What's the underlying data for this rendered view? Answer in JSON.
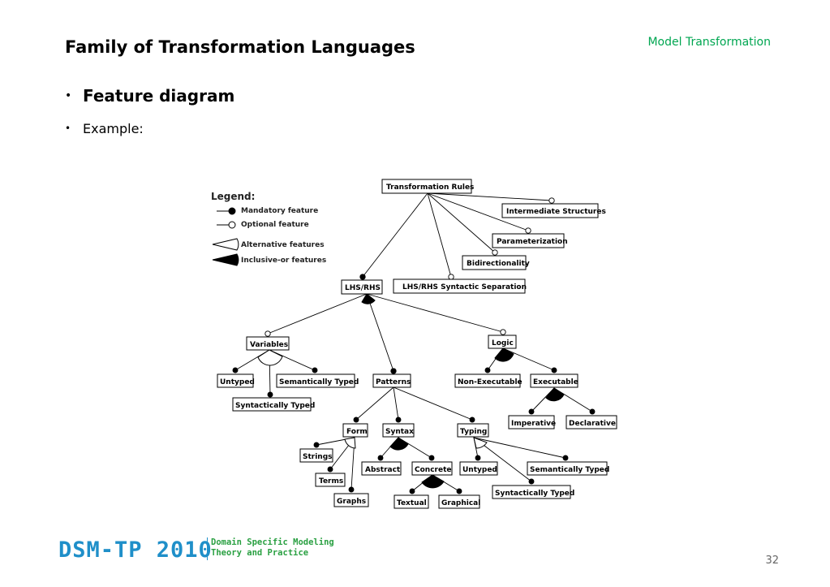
{
  "slide": {
    "title": "Family of Transformation Languages",
    "section": "Model Transformation",
    "bullets": [
      "Feature diagram",
      "Example:"
    ],
    "page_number": "32"
  },
  "legend": {
    "title": "Legend:",
    "mandatory": "Mandatory feature",
    "optional": "Optional feature",
    "alternative": "Alternative features",
    "inclusive_or": "Inclusive-or features"
  },
  "nodes": {
    "root": "Transformation Rules",
    "intermediate": "Intermediate Structures",
    "parameterization": "Parameterization",
    "bidirectionality": "Bidirectionality",
    "lhsrhs": "LHS/RHS",
    "separation": "LHS/RHS Syntactic Separation",
    "variables": "Variables",
    "logic": "Logic",
    "patterns": "Patterns",
    "var_untyped": "Untyped",
    "var_semantic": "Semantically Typed",
    "var_syntactic": "Syntactically Typed",
    "nonexec": "Non-Executable",
    "executable": "Executable",
    "imperative": "Imperative",
    "declarative": "Declarative",
    "form": "Form",
    "syntax": "Syntax",
    "typing": "Typing",
    "strings": "Strings",
    "terms": "Terms",
    "graphs": "Graphs",
    "abstract": "Abstract",
    "concrete": "Concrete",
    "textual": "Textual",
    "graphical": "Graphical",
    "typ_untyped": "Untyped",
    "typ_semantic": "Semantically Typed",
    "typ_syntactic": "Syntactically Typed"
  },
  "footer": {
    "logo": "DSM-TP 2010",
    "subtitle_line1": "Domain Specific Modeling",
    "subtitle_line2": "Theory and Practice"
  }
}
